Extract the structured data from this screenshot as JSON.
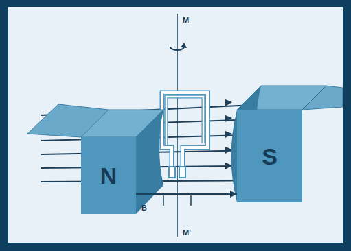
{
  "diagram": {
    "nodes": [
      {
        "text": [
          "N"
        ]
      },
      {
        "text": [
          "S"
        ]
      }
    ],
    "edges": [
      {
        "from": 0,
        "to": 1,
        "arrow": "to"
      }
    ],
    "labels": [
      "M",
      "M'",
      "B"
    ]
  }
}
